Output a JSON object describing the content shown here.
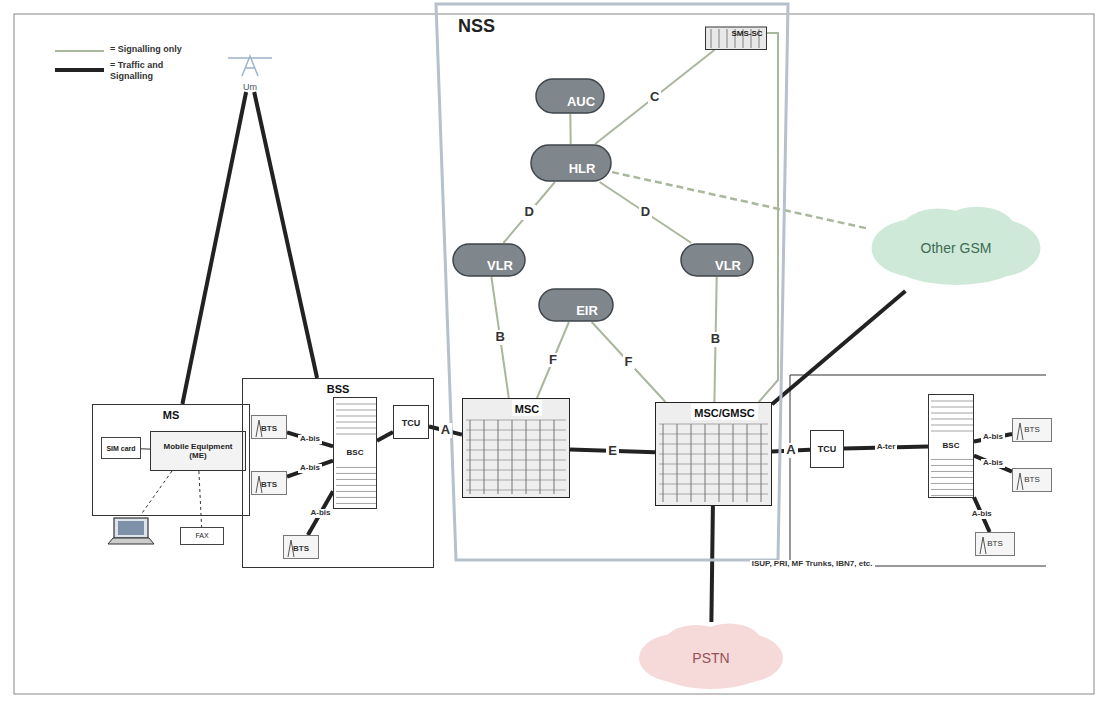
{
  "diagram": {
    "nodes": [
      {
        "text": [
          "NSS"
        ]
      },
      {
        "text": [
          "SMS-SC"
        ],
        "in": 0
      },
      {
        "text": [
          "AUC"
        ],
        "in": 0
      },
      {
        "text": [
          "HLR"
        ],
        "in": 0
      },
      {
        "text": [
          "VLR"
        ],
        "in": 0
      },
      {
        "text": [
          "VLR"
        ],
        "in": 0
      },
      {
        "text": [
          "EIR"
        ],
        "in": 0
      },
      {
        "text": [
          "MSC"
        ],
        "in": 0
      },
      {
        "text": [
          "MSC/GMSC"
        ],
        "in": 0
      },
      {
        "text": [
          "Other GSM"
        ]
      },
      {
        "text": [
          "Um"
        ]
      },
      {
        "text": [
          "MS"
        ]
      },
      {
        "text": [
          "SIM card"
        ],
        "in": 11
      },
      {
        "text": [
          "Mobile Equipment (ME)"
        ],
        "in": 11
      },
      {
        "text": [
          "FAX"
        ]
      },
      {
        "text": [
          "BSS"
        ]
      },
      {
        "text": [
          "BSC"
        ],
        "in": 15
      },
      {
        "text": [
          "BTS"
        ],
        "in": 15
      },
      {
        "text": [
          "BTS"
        ],
        "in": 15
      },
      {
        "text": [
          "BTS"
        ],
        "in": 15
      },
      {
        "text": [
          "TCU"
        ],
        "in": 15
      },
      {
        "text": [
          "BSC"
        ]
      },
      {
        "text": [
          "BTS"
        ]
      },
      {
        "text": [
          "BTS"
        ]
      },
      {
        "text": [
          "BTS"
        ]
      },
      {
        "text": [
          "TCU"
        ]
      },
      {
        "text": [
          "PSTN"
        ]
      }
    ],
    "edges": [
      {
        "from": 3,
        "to": 2,
        "arrow": "none"
      },
      {
        "from": 3,
        "to": 1,
        "label": "C",
        "arrow": "none"
      },
      {
        "from": 3,
        "to": 4,
        "label": "D",
        "arrow": "none"
      },
      {
        "from": 3,
        "to": 5,
        "label": "D",
        "arrow": "none"
      },
      {
        "from": 3,
        "to": 9,
        "arrow": "none"
      },
      {
        "from": 1,
        "to": 8,
        "arrow": "none"
      },
      {
        "from": 4,
        "to": 7,
        "label": "B",
        "arrow": "none"
      },
      {
        "from": 5,
        "to": 8,
        "label": "B",
        "arrow": "none"
      },
      {
        "from": 6,
        "to": 7,
        "label": "F",
        "arrow": "none"
      },
      {
        "from": 6,
        "to": 8,
        "label": "F",
        "arrow": "none"
      },
      {
        "from": 7,
        "to": 8,
        "label": "E",
        "arrow": "none"
      },
      {
        "from": 8,
        "to": 9,
        "arrow": "none"
      },
      {
        "from": 8,
        "to": 26,
        "label": "ISUP, PRI, MF Trunks, IBN7, etc.",
        "arrow": "none"
      },
      {
        "from": 20,
        "to": 7,
        "label": "A",
        "arrow": "none"
      },
      {
        "from": 8,
        "to": 25,
        "label": "A",
        "arrow": "none"
      },
      {
        "from": 25,
        "to": 21,
        "label": "A-ter",
        "arrow": "none"
      },
      {
        "from": 16,
        "to": 20,
        "arrow": "none"
      },
      {
        "from": 16,
        "to": 17,
        "label": "A-bis",
        "arrow": "none"
      },
      {
        "from": 16,
        "to": 18,
        "label": "A-bis",
        "arrow": "none"
      },
      {
        "from": 16,
        "to": 19,
        "label": "A-bis",
        "arrow": "none"
      },
      {
        "from": 21,
        "to": 22,
        "label": "A-bis",
        "arrow": "none"
      },
      {
        "from": 21,
        "to": 23,
        "label": "A-bis",
        "arrow": "none"
      },
      {
        "from": 21,
        "to": 24,
        "label": "A-bis",
        "arrow": "none"
      },
      {
        "from": 10,
        "to": 11,
        "arrow": "none"
      },
      {
        "from": 10,
        "to": 15,
        "arrow": "none"
      },
      {
        "from": 12,
        "to": 13,
        "arrow": "none"
      },
      {
        "from": 13,
        "to": 14,
        "arrow": "none"
      }
    ],
    "legend": [
      {
        "text": "= Signalling only"
      },
      {
        "text": "= Traffic and Signalling"
      }
    ]
  }
}
